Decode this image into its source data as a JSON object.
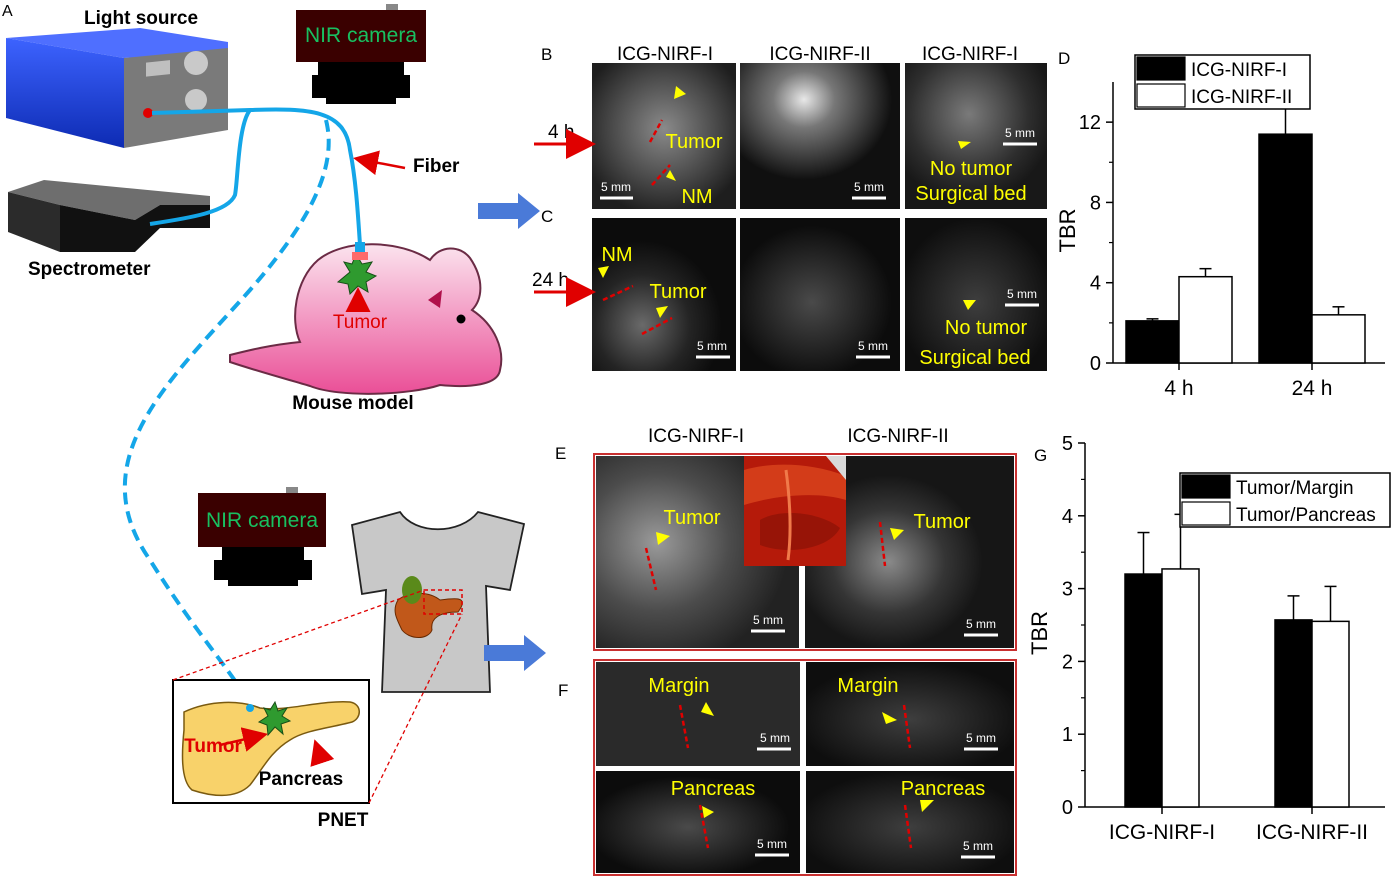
{
  "panel_letters": {
    "a": "A",
    "b": "B",
    "c": "C",
    "d": "D",
    "e": "E",
    "f": "F",
    "g": "G"
  },
  "schematic": {
    "light_source": "Light source",
    "nir_camera_top": "NIR camera",
    "fiber": "Fiber",
    "spectrometer": "Spectrometer",
    "tumor_mouse": "Tumor",
    "mouse_model": "Mouse model",
    "nir_camera_bottom": "NIR camera",
    "tumor_pancreas": "Tumor",
    "pancreas": "Pancreas",
    "pnet": "PNET"
  },
  "panel_b": {
    "col1": "ICG-NIRF-I",
    "col2": "ICG-NIRF-II",
    "col3": "ICG-NIRF-I",
    "time": "4 h",
    "tumor": "Tumor",
    "nm": "NM",
    "no_tumor": "No tumor",
    "surgical_bed": "Surgical bed",
    "scale": "5 mm"
  },
  "panel_c": {
    "time": "24 h",
    "nm": "NM",
    "tumor": "Tumor",
    "no_tumor": "No tumor",
    "surgical_bed": "Surgical bed",
    "scale": "5 mm"
  },
  "panel_e": {
    "col1": "ICG-NIRF-I",
    "col2": "ICG-NIRF-II",
    "tumor_left": "Tumor",
    "tumor_right": "Tumor",
    "scale": "5 mm"
  },
  "panel_f": {
    "margin": "Margin",
    "pancreas": "Pancreas",
    "scale": "5 mm"
  },
  "chart_data": [
    {
      "type": "bar",
      "panel": "D",
      "categories": [
        "4 h",
        "24 h"
      ],
      "series": [
        {
          "name": "ICG-NIRF-I",
          "values": [
            2.1,
            11.4
          ],
          "errors": [
            0.1,
            1.3
          ],
          "color": "#000000"
        },
        {
          "name": "ICG-NIRF-II",
          "values": [
            4.3,
            2.4
          ],
          "errors": [
            0.4,
            0.4
          ],
          "color": "#ffffff"
        }
      ],
      "ylabel": "TBR",
      "ylim": [
        0,
        14
      ],
      "yticks": [
        0,
        4,
        8,
        12
      ],
      "legend": "top-left"
    },
    {
      "type": "bar",
      "panel": "G",
      "categories": [
        "ICG-NIRF-I",
        "ICG-NIRF-II"
      ],
      "series": [
        {
          "name": "Tumor/Margin",
          "values": [
            3.2,
            2.57
          ],
          "errors": [
            0.57,
            0.33
          ],
          "color": "#000000"
        },
        {
          "name": "Tumor/Pancreas",
          "values": [
            3.27,
            2.55
          ],
          "errors": [
            0.75,
            0.48
          ],
          "color": "#ffffff"
        }
      ],
      "ylabel": "TBR",
      "ylim": [
        0,
        5
      ],
      "yticks": [
        0,
        1,
        2,
        3,
        4,
        5
      ],
      "legend": "top-right"
    }
  ]
}
